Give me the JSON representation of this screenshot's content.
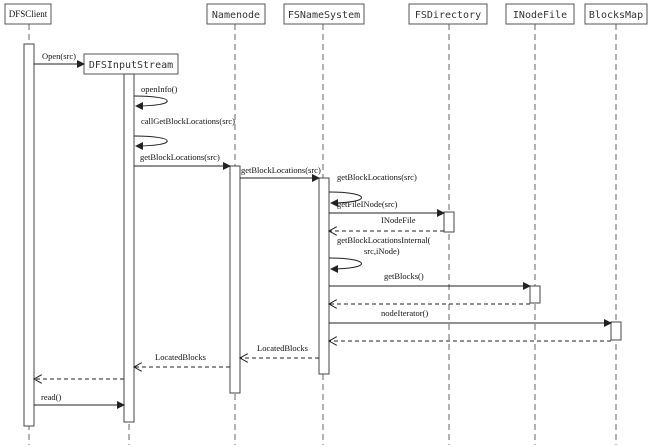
{
  "participants": {
    "dfsclient": "DFSClient",
    "dfsinputstream": "DFSInputStream",
    "namenode": "Namenode",
    "fsnamesystem": "FSNameSystem",
    "fsdirectory": "FSDirectory",
    "inodefile": "INodeFile",
    "blocksmap": "BlocksMap"
  },
  "messages": {
    "open": "Open(src)",
    "openinfo": "openInfo()",
    "callgetblocklocations": "callGetBlockLocations(src)",
    "getblocklocations_1": "getBlockLocations(src)",
    "getblocklocations_2": "getBlockLocations(src)",
    "getblocklocations_3": "getBlockLocations(src)",
    "getfileinode": "getFileINode(src)",
    "inodefile_return": "INodeFile",
    "getblocklocationsinternal_line1": "getBlockLocationsInternal(",
    "getblocklocationsinternal_line2": "src,iNode)",
    "getblocks": "getBlocks()",
    "nodeiterator": "nodeIterator()",
    "locatedblocks_1": "LocatedBlocks",
    "locatedblocks_2": "LocatedBlocks",
    "read": "read()"
  }
}
